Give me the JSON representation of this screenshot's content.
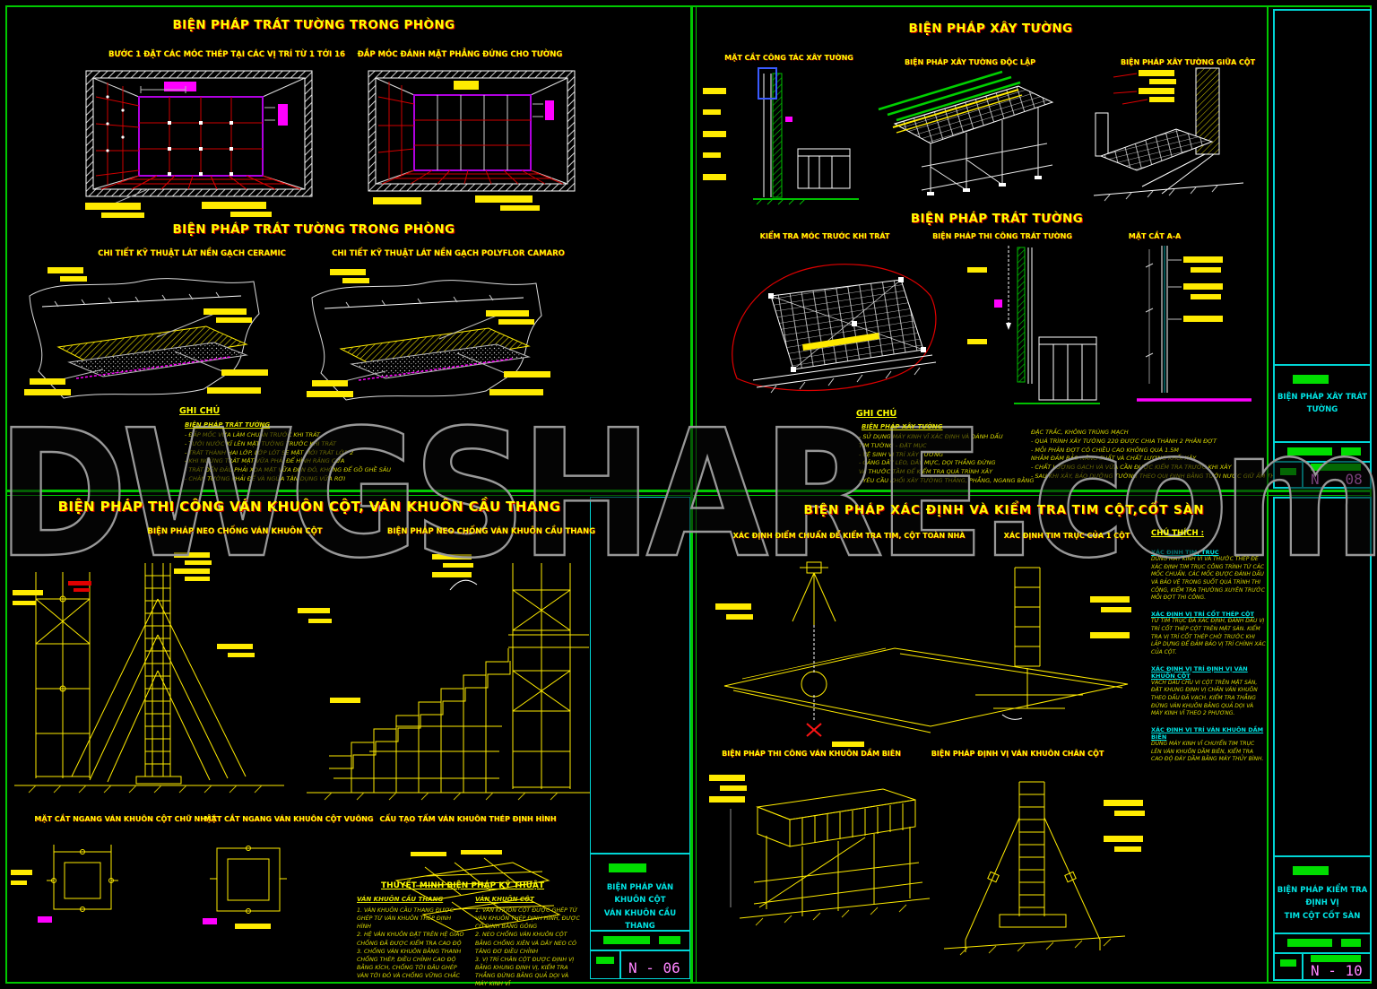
{
  "watermark": "DWGSHARE.com",
  "colors": {
    "background": "#000000",
    "title_yellow": "#ffff00",
    "title_shadow_red": "#cc0000",
    "frame_green": "#00c800",
    "accent_cyan": "#00e5e5",
    "accent_magenta": "#ff00ff",
    "draw_red": "#e00000",
    "draw_white": "#ffffff",
    "sheet_number_pink": "#ff85ff",
    "watermark_gray": "#989898"
  },
  "q1": {
    "title_top": "BIỆN PHÁP TRÁT TƯỜNG TRONG PHÒNG",
    "step1": "BƯỚC 1 ĐẶT CÁC MÓC THÉP TẠI CÁC VỊ TRÍ TỪ 1 TỚI 16",
    "step2": "ĐẮP MÓC ĐÁNH MẶT PHẲNG ĐỨNG CHO TƯỜNG",
    "title_mid": "BIỆN PHÁP TRÁT TƯỜNG TRONG PHÒNG",
    "detail1": "CHI TIẾT KỸ THUẬT LÁT NỀN GẠCH CERAMIC",
    "detail2": "CHI TIẾT KỸ THUẬT LÁT NỀN GẠCH POLYFLOR CAMARO",
    "notes_header": "GHI CHÚ",
    "notes_subheader": "BIỆN PHÁP TRÁT TƯỜNG",
    "notes": [
      "- ĐẮP MỐC VỮA LÀM CHUẨN TRƯỚC KHI TRÁT",
      "- TƯỚI NƯỚC KĨ LÊN MẶT TƯỜNG TRƯỚC KHI TRÁT",
      "- TRÁT THÀNH HAI LỚP, LỚP LÓT SE MẶT MỚI TRÁT LỚP 2",
      "- KHI NGỪNG TRÁT MẶT VỮA PHẢI ĐỂ HÌNH RĂNG CƯA",
      "- TRÁT ĐẾN ĐÂU PHẢI XOA MẶT VỮA ĐẾN ĐÓ, KHÔNG ĐỂ GỒ GHỀ SÂU",
      "- CHÂN TƯỜNG PHẢI ĐỂ VÀ NGỪA TẬN DỤNG VỮA RƠI"
    ]
  },
  "q2": {
    "title_top": "BIỆN PHÁP XÂY TƯỜNG",
    "sec_label": "MẶT CẮT CÔNG TÁC XÂY TƯỜNG",
    "independent_label": "BIỆN PHÁP XÂY TƯỜNG ĐỘC LẬP",
    "between_label": "BIỆN PHÁP XÂY TƯỜNG GIỮA CỘT",
    "title_mid": "BIỆN PHÁP TRÁT TƯỜNG",
    "check_label": "KIỂM TRA MÓC TRƯỚC KHI TRÁT",
    "method_label": "BIỆN PHÁP THI CÔNG TRÁT TƯỜNG",
    "cut_label": "MẶT CẮT A-A",
    "notes_header": "GHI CHÚ",
    "notes_subheader": "BIỆN PHÁP XÂY TƯỜNG",
    "notes_col1": [
      "- SỬ DỤNG MÁY KINH VĨ XÁC ĐỊNH VÀ ĐÁNH DẤU",
      "  TIM TƯỜNG - ĐẶT MỤC",
      "- VỆ SINH VỊ TRÍ XÂY TƯỜNG",
      "- CĂNG DÂY LÈO, DÂY MỰC, DỌI THẲNG ĐỨNG",
      "  VÀ THƯỚC TẦM ĐỂ KIỂM TRA QUÁ TRÌNH XÂY",
      "- YÊU CẦU KHỐI XÂY TƯỜNG THẲNG, PHẲNG, NGANG BẰNG"
    ],
    "notes_col2": [
      "  ĐẶC TRẮC, KHÔNG TRÙNG MẠCH",
      "- QUÁ TRÌNH XÂY TƯỜNG 220 ĐƯỢC CHIA THÀNH 2 PHÂN ĐỢT",
      "- MỖI PHÂN ĐỢT CÓ CHIỀU CAO KHÔNG QUÁ 1.5M",
      "  NHẰM ĐẢM BẢO NĂNG SUẤT VÀ CHẤT LƯỢNG KHỐI XÂY",
      "- CHẤT LƯỢNG GẠCH VÀ VỮA CẦN ĐƯỢC KIỂM TRA TRƯỚC KHI XÂY",
      "- SAU KHI XÂY, BẢO DƯỠNG TƯỜNG THEO QUI ĐỊNH BẰNG TƯỚI NƯỚC GIỮ ẨM THƯỜNG XUYÊN"
    ],
    "titleblock_name": "BIỆN PHÁP XÂY TRÁT TƯỜNG",
    "sheet_no": "N - 08"
  },
  "q3": {
    "title": "BIỆN PHÁP THI CÔNG VÁN KHUÔN CỘT, VÁN KHUÔN CẦU THANG",
    "col_label": "BIỆN PHÁP NEO CHỐNG VÁN KHUÔN CỘT",
    "stair_label": "BIỆN PHÁP NEO CHỐNG VÁN KHUÔN CẦU THANG",
    "sec1": "MẶT CẮT NGANG VÁN KHUÔN CỘT CHỮ NHẬT",
    "sec2": "MẶT CẮT NGANG VÁN KHUÔN CỘT VUÔNG",
    "sec3": "CẤU TẠO TẤM VÁN KHUÔN THÉP ĐỊNH HÌNH",
    "spec_title": "THUYẾT MINH BIỆN PHÁP KỸ THUẬT",
    "spec1_header": "VÁN KHUÔN CẦU THANG",
    "spec1": [
      "1. VÁN KHUÔN CẦU THANG ĐƯỢC GHÉP TỪ VÁN KHUÔN THÉP ĐỊNH HÌNH",
      "2. HỆ VÁN KHUÔN ĐẶT TRÊN HỆ GIÁO CHỐNG ĐÃ ĐƯỢC KIỂM TRA CAO ĐỘ",
      "3. CHỐNG VÁN KHUÔN BẰNG THANH CHỐNG THÉP, ĐIỀU CHỈNH CAO ĐỘ BẰNG KÍCH, CHỐNG TỚI ĐÂU GHÉP VÁN TỚI ĐÓ VÀ CHỐNG VỮNG CHẮC"
    ],
    "spec2_header": "VÁN KHUÔN CỘT",
    "spec2": [
      "1. VÁN KHUÔN CỘT ĐƯỢC GHÉP TỪ VÁN KHUÔN THÉP ĐỊNH HÌNH, ĐƯỢC CỐ ĐỊNH BẰNG GÔNG",
      "2. NEO CHỐNG VÁN KHUÔN CỘT BẰNG CHỐNG XIÊN VÀ DÂY NEO CÓ TĂNG ĐƠ ĐIỀU CHỈNH",
      "3. VỊ TRÍ CHÂN CỘT ĐƯỢC ĐỊNH VỊ BẰNG KHUNG ĐỊNH VỊ, KIỂM TRA THẲNG ĐỨNG BẰNG QUẢ DỌI VÀ MÁY KINH VĨ"
    ],
    "titleblock_name1": "BIỆN PHÁP VÁN KHUÔN CỘT",
    "titleblock_name2": "VÁN KHUÔN CẦU THANG",
    "sheet_no": "N - 06"
  },
  "q4": {
    "title": "BIỆN PHÁP XÁC  ĐỊNH VÀ KIỂM TRA TIM CỘT,CỐT SÀN",
    "datum_label": "XÁC ĐỊNH ĐIỂM CHUẨN ĐỂ KIỂM TRA TIM, CỘT TOÀN NHÀ",
    "axis_label": "XÁC ĐỊNH TIM TRỤC CỦA 1 CỘT",
    "notes_header": "CHÚ THÍCH :",
    "beam_label": "BIỆN PHÁP THI CÔNG VÁN KHUÔN DẦM BIÊN",
    "colbase_label": "BIỆN PHÁP ĐỊNH VỊ VÁN KHUÔN CHÂN CỘT",
    "sections": [
      {
        "header": "XÁC ĐỊNH TIM, TRỤC",
        "body": "DÙNG MÁY KINH VĨ VÀ THƯỚC THÉP ĐỂ XÁC ĐỊNH TIM TRỤC CÔNG TRÌNH TỪ CÁC MỐC CHUẨN. CÁC MỐC ĐƯỢC ĐÁNH DẤU VÀ BẢO VỆ TRONG SUỐT QUÁ TRÌNH THI CÔNG, KIỂM TRA THƯỜNG XUYÊN TRƯỚC MỖI ĐỢT THI CÔNG."
      },
      {
        "header": "XÁC ĐỊNH VỊ TRÍ CỐT THÉP CỘT",
        "body": "TỪ TIM TRỤC ĐÃ XÁC ĐỊNH, ĐÁNH DẤU VỊ TRÍ CỐT THÉP CỘT TRÊN MẶT SÀN. KIỂM TRA VỊ TRÍ CỐT THÉP CHỜ TRƯỚC KHI LẮP DỰNG ĐỂ ĐẢM BẢO VỊ TRÍ CHÍNH XÁC CỦA CỘT."
      },
      {
        "header": "XÁC ĐỊNH VỊ TRÍ ĐỊNH VỊ VÁN KHUÔN CỘT",
        "body": "VẠCH DẤU CHU VI CỘT TRÊN MẶT SÀN, ĐẶT KHUNG ĐỊNH VỊ CHÂN VÁN KHUÔN THEO DẤU ĐÃ VẠCH. KIỂM TRA THẲNG ĐỨNG VÁN KHUÔN BẰNG QUẢ DỌI VÀ MÁY KINH VĨ THEO 2 PHƯƠNG."
      },
      {
        "header": "XÁC ĐỊNH VỊ TRÍ VÁN KHUÔN DẦM BIÊN",
        "body": "DÙNG MÁY KINH VĨ CHUYỂN TIM TRỤC LÊN VÁN KHUÔN DẦM BIÊN, KIỂM TRA CAO ĐỘ ĐÁY DẦM BẰNG MÁY THỦY BÌNH."
      }
    ],
    "titleblock_name1": "BIỆN PHÁP KIỂM TRA ĐỊNH VỊ",
    "titleblock_name2": "TIM CỘT CỐT SÀN",
    "sheet_no": "N - 10"
  }
}
